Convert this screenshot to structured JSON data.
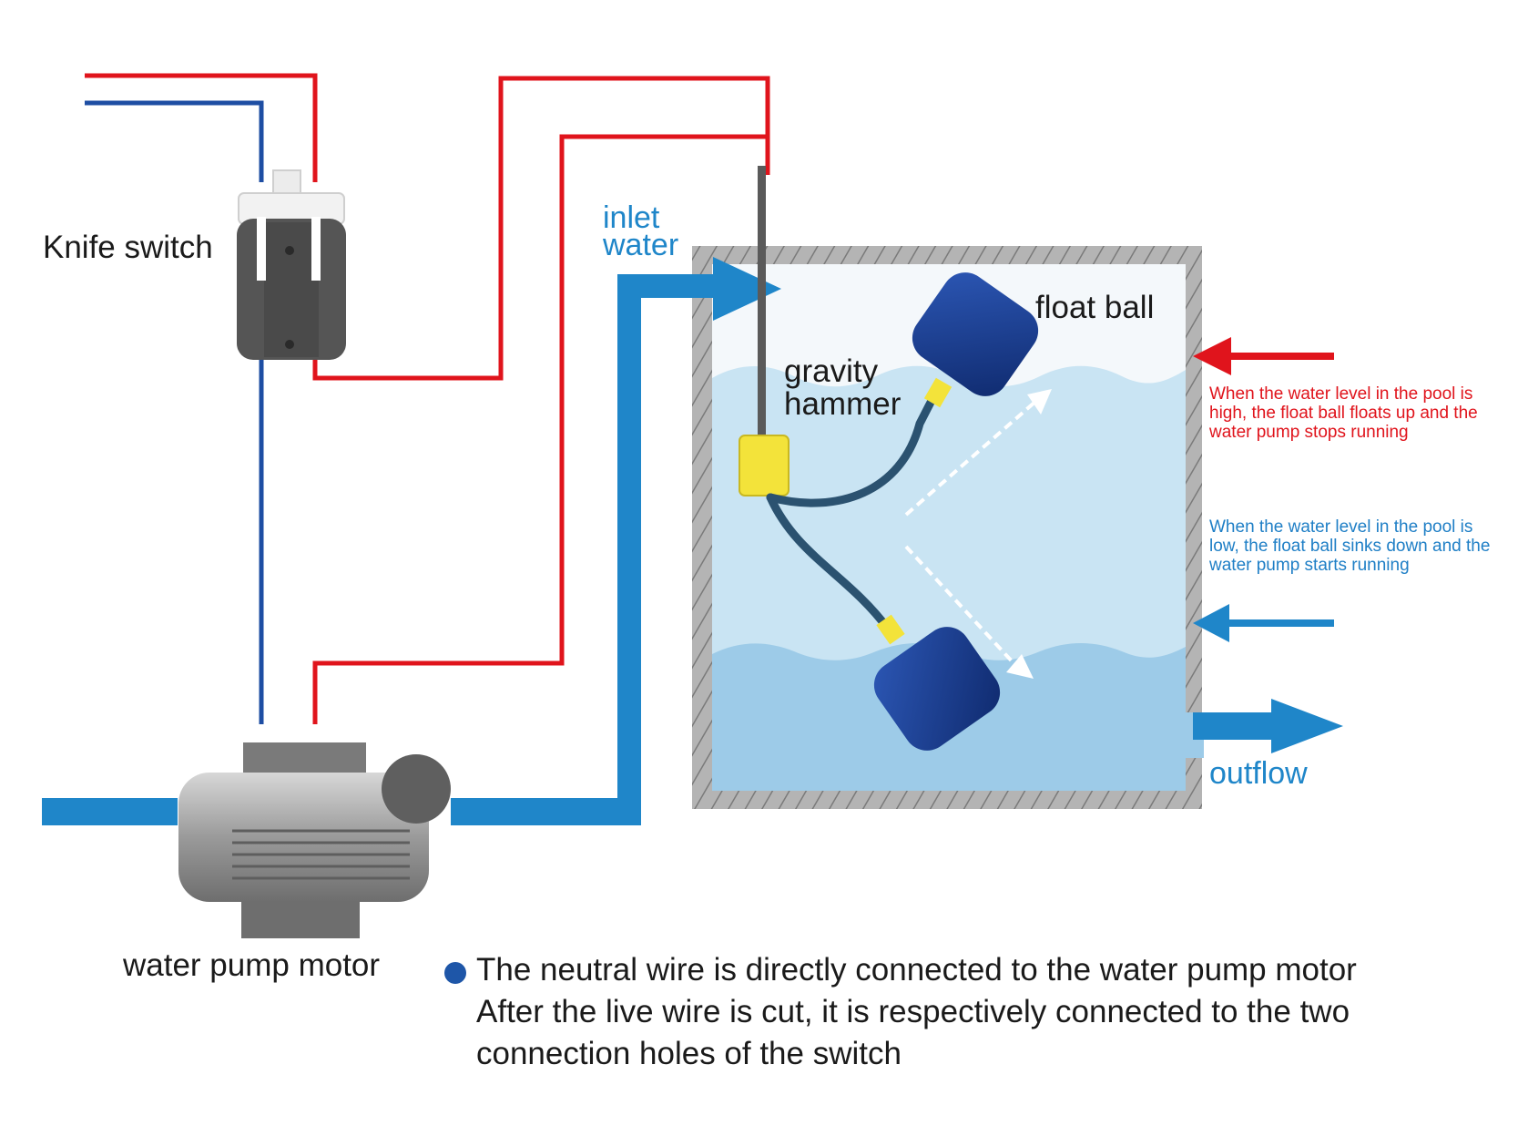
{
  "labels": {
    "knife_switch": "Knife switch",
    "inlet_water_line1": "inlet",
    "inlet_water_line2": "water",
    "float_ball": "float ball",
    "gravity_hammer_line1": "gravity",
    "gravity_hammer_line2": "hammer",
    "outflow": "outflow",
    "water_pump_motor": "water pump motor"
  },
  "notes": {
    "high_level": "When the water level in the pool is high, the float ball floats up and the water pump stops running",
    "low_level": "When the water level in the pool is low, the float ball sinks down and the water pump starts running"
  },
  "footer": {
    "line1": "The neutral wire is directly connected to the water pump motor",
    "line2": "After the live wire is cut, it is respectively connected to the two",
    "line3": "connection holes of the switch"
  },
  "colors": {
    "live_wire": "#e0141c",
    "neutral_wire": "#1e4ea3",
    "pipe": "#1f86c9",
    "water_light": "#c9e4f3",
    "water_dark": "#9dcbe8",
    "float_ball": "#1a3c8f",
    "hammer": "#f3e33a",
    "tank_wall": "#9c9c9c",
    "bullet": "#1e56a8"
  }
}
